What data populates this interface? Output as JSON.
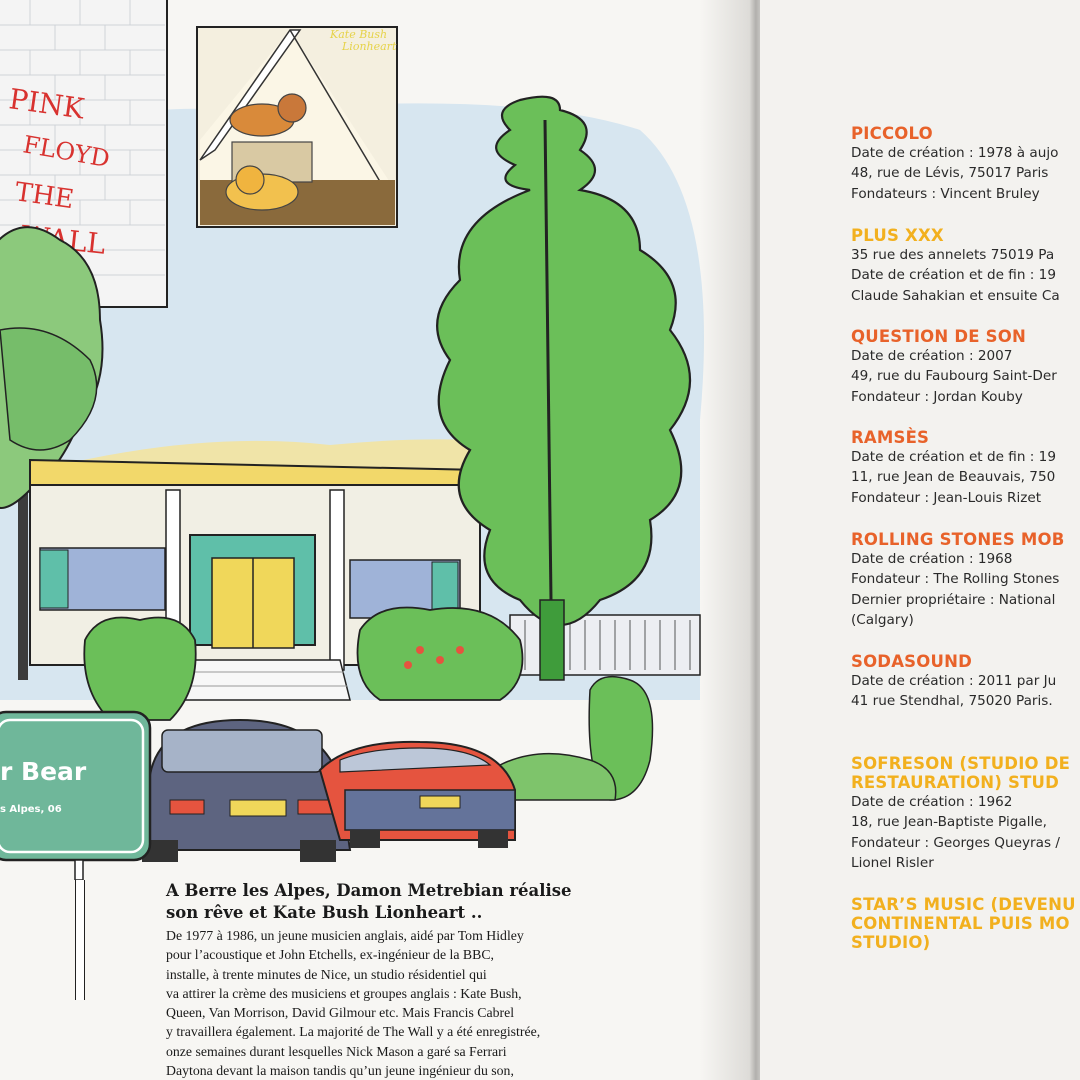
{
  "illustration": {
    "poster_pinkfloyd_lines": [
      "PINK",
      "FLOYD",
      "THE",
      "WALL"
    ],
    "poster_katebush_lines": [
      "Kate Bush",
      "Lionheart"
    ],
    "sign_title": "r Bear",
    "sign_subtitle": "s Alpes, 06",
    "colors": {
      "sky": "#d7e6f0",
      "tree": "#6bbf59",
      "sign": "#6fb79a",
      "car_red": "#e5543f",
      "door": "#f0d75a",
      "trim": "#5fbfa9"
    }
  },
  "article": {
    "headline_lines": [
      "A Berre les Alpes, Damon Metrebian réalise",
      "son rêve et Kate Bush Lionheart .."
    ],
    "body_lines": [
      "De 1977 à 1986, un jeune musicien anglais, aidé par Tom Hidley",
      "pour l’acoustique et John Etchells, ex-ingénieur de la BBC,",
      "installe, à trente minutes de Nice, un studio résidentiel qui",
      "va attirer la crème des musiciens et groupes anglais : Kate Bush,",
      "Queen, Van Morrison, David Gilmour etc. Mais Francis Cabrel",
      "y travaillera également. La majorité de The Wall y a été enregistrée,",
      "onze semaines durant lesquelles Nick Mason a garé sa Ferrari",
      "Daytona devant la maison tandis qu’un jeune ingénieur du son,"
    ]
  },
  "studios": [
    {
      "title": "PICCOLO",
      "color": "red",
      "lines": [
        "Date de création : 1978 à aujo",
        "48, rue de Lévis, 75017 Paris",
        "Fondateurs : Vincent Bruley"
      ]
    },
    {
      "title": "PLUS XXX",
      "color": "yellow",
      "lines": [
        "35 rue des annelets 75019 Pa",
        "Date de création et de fin : 19",
        "Claude Sahakian et ensuite Ca"
      ]
    },
    {
      "title": "QUESTION DE SON",
      "color": "red",
      "lines": [
        "Date de création : 2007",
        "49, rue du Faubourg Saint-Der",
        "Fondateur : Jordan Kouby"
      ]
    },
    {
      "title": "RAMSÈS",
      "color": "red",
      "lines": [
        "Date de création et de fin : 19",
        "11, rue Jean de Beauvais, 750",
        "Fondateur : Jean-Louis Rizet"
      ]
    },
    {
      "title": "ROLLING STONES MOB",
      "color": "red",
      "lines": [
        "Date de création : 1968",
        "Fondateur : The Rolling Stones",
        "Dernier propriétaire : National",
        "(Calgary)"
      ]
    },
    {
      "title": "SODASOUND",
      "color": "red",
      "lines": [
        "Date de création : 2011 par Ju",
        "41 rue Stendhal, 75020 Paris."
      ]
    },
    {
      "title": "SOFRESON (STUDIO DE RESTAURATION) STUD",
      "title_lines": [
        "SOFRESON (STUDIO DE",
        "RESTAURATION) STUD"
      ],
      "color": "yellow",
      "lines": [
        "Date de création : 1962",
        "18, rue Jean-Baptiste Pigalle,",
        "Fondateur : Georges Queyras /",
        "Lionel Risler"
      ]
    },
    {
      "title": "STAR’S MUSIC (DEVENU CONTINENTAL PUIS MO STUDIO)",
      "title_lines": [
        "STAR’S MUSIC (DEVENU",
        "CONTINENTAL PUIS MO",
        "STUDIO)"
      ],
      "color": "yellow",
      "lines": []
    }
  ]
}
